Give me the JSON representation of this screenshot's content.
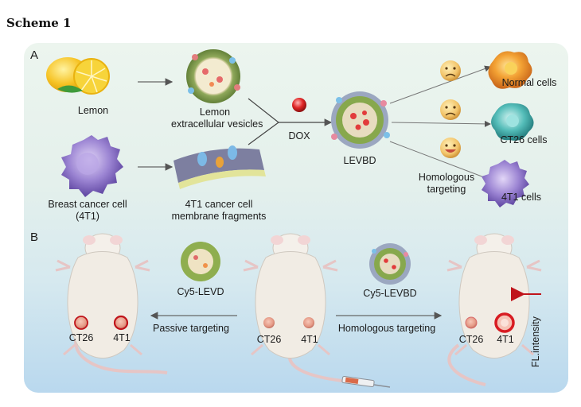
{
  "scheme_title": "Scheme 1",
  "panel_a": {
    "section_label": "A",
    "lemon": "Lemon",
    "lemon_ev": [
      "Lemon",
      "extracellular vesicles"
    ],
    "breast_cell": [
      "Breast cancer cell",
      "(4T1)"
    ],
    "membrane": [
      "4T1 cancer cell",
      "membrane fragments"
    ],
    "dox": "DOX",
    "levbd": "LEVBD",
    "homologous": [
      "Homologous",
      "targeting"
    ],
    "normal_cells": "Normal cells",
    "ct26_cells": "CT26 cells",
    "t41_cells": "4T1 cells"
  },
  "panel_b": {
    "section_label": "B",
    "levd": "Cy5-LEVD",
    "levbd": "Cy5-LEVBD",
    "passive": "Passive targeting",
    "homologous": "Homologous targeting",
    "ct26": "CT26",
    "t41": "4T1",
    "fl_intensity": "FL.intensity"
  },
  "colors": {
    "lemon": "#f6c324",
    "dox": "#e02626",
    "ct26_cell": "#4fb7b4",
    "t41_cell": "#8d6fc4",
    "normal_cell": "#f29b2b",
    "arrow": "#c0141b"
  }
}
